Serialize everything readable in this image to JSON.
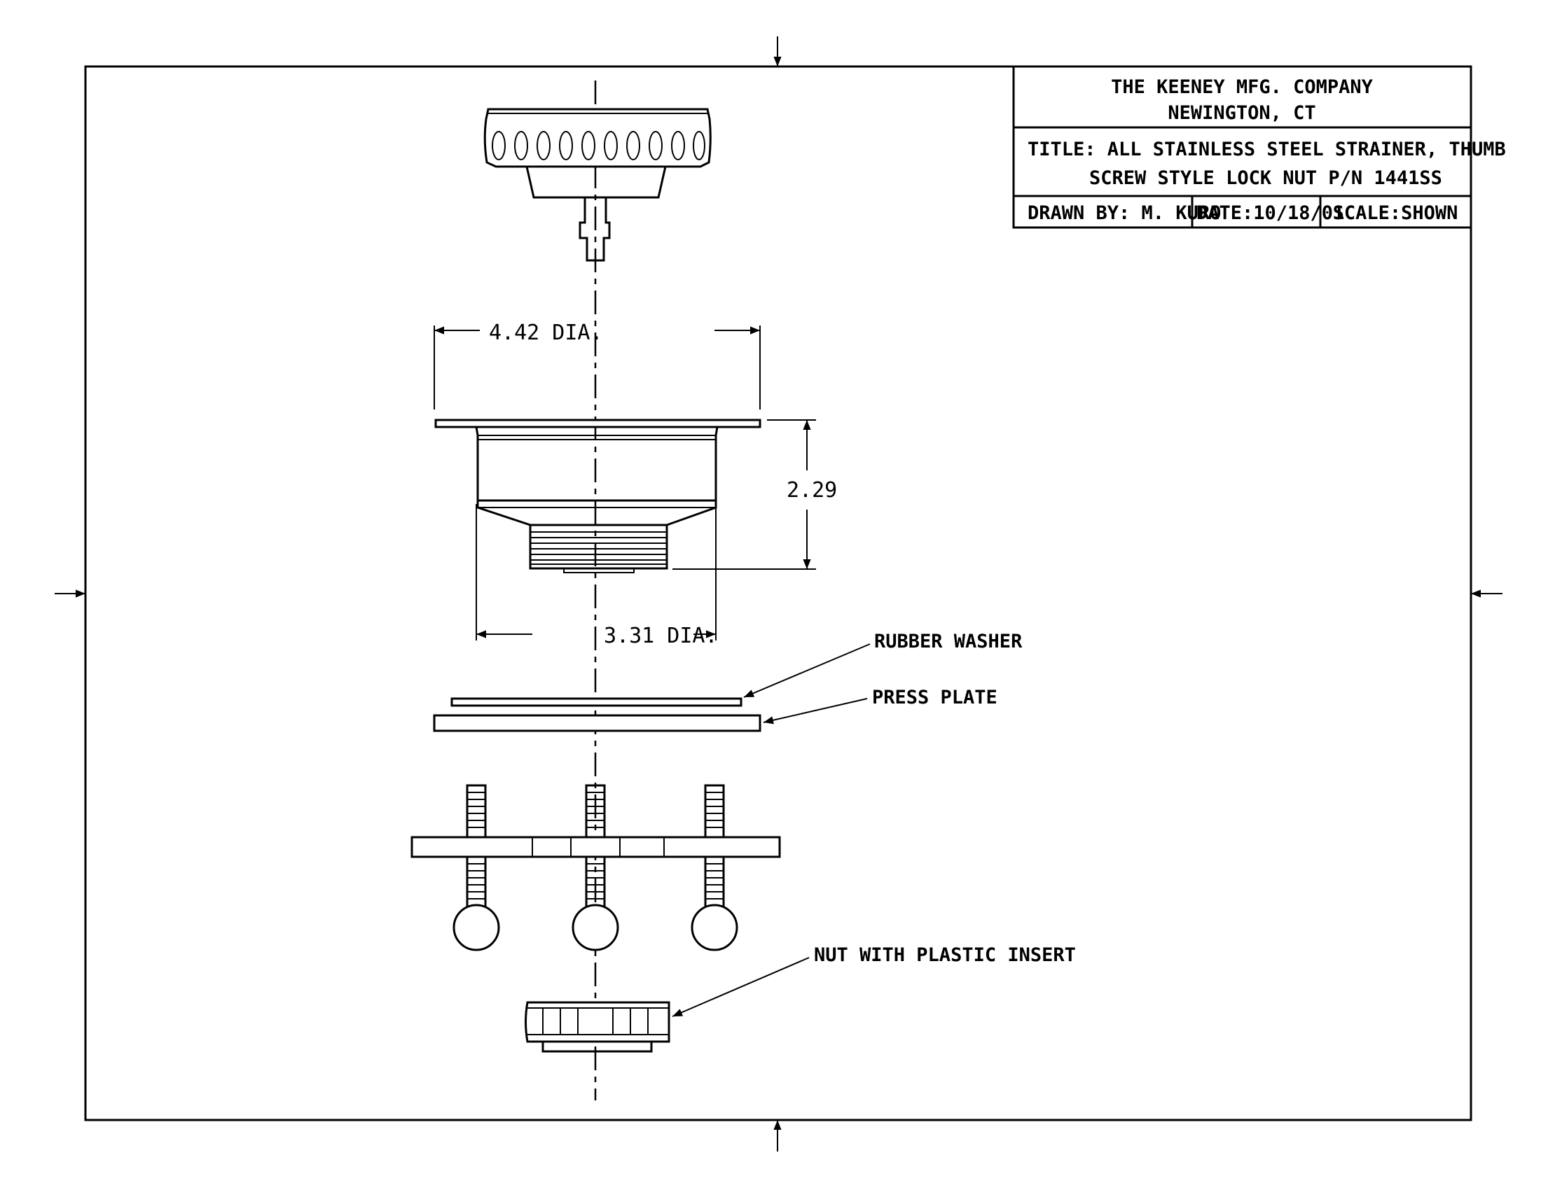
{
  "title_block": {
    "company": "THE KEENEY MFG. COMPANY",
    "location": "NEWINGTON, CT",
    "title_line1": "TITLE: ALL STAINLESS STEEL STRAINER, THUMB",
    "title_line2": "SCREW STYLE LOCK NUT  P/N 1441SS",
    "drawn_by": "DRAWN BY: M. KURO",
    "date": "DATE:10/18/01",
    "scale": "SCALE:SHOWN"
  },
  "dimensions": {
    "flange_diameter": "4.42 DIA.",
    "body_height": "2.29",
    "body_diameter": "3.31 DIA."
  },
  "callouts": {
    "rubber_washer": "RUBBER WASHER",
    "press_plate": "PRESS PLATE",
    "nut": "NUT WITH PLASTIC INSERT"
  }
}
